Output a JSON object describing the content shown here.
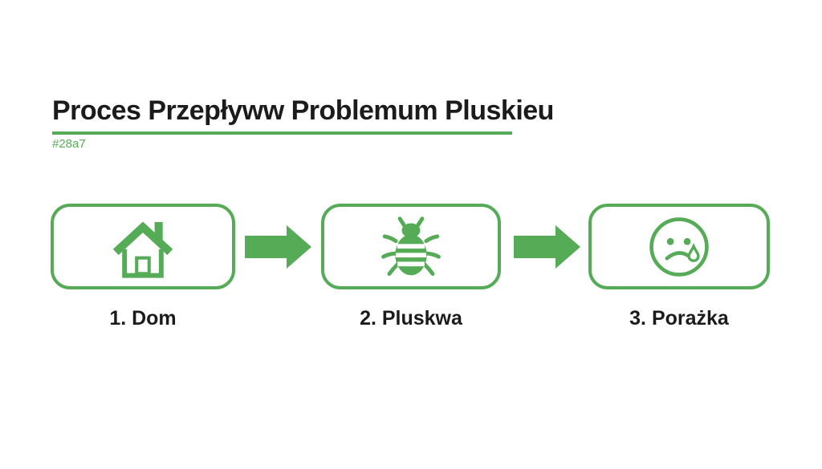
{
  "header": {
    "title": "Proces Przepływw Problemum Pluskieu",
    "subtitle": "#28a7"
  },
  "colors": {
    "accent_green": "#56ab57",
    "text_black": "#1b1b1b",
    "background": "#ffffff"
  },
  "flow": {
    "steps": [
      {
        "label": "1. Dom",
        "icon": "house-icon"
      },
      {
        "label": "2. Pluskwa",
        "icon": "bug-icon"
      },
      {
        "label": "3. Porażka",
        "icon": "sad-face-icon"
      }
    ],
    "connector_icon": "arrow-right-icon"
  }
}
